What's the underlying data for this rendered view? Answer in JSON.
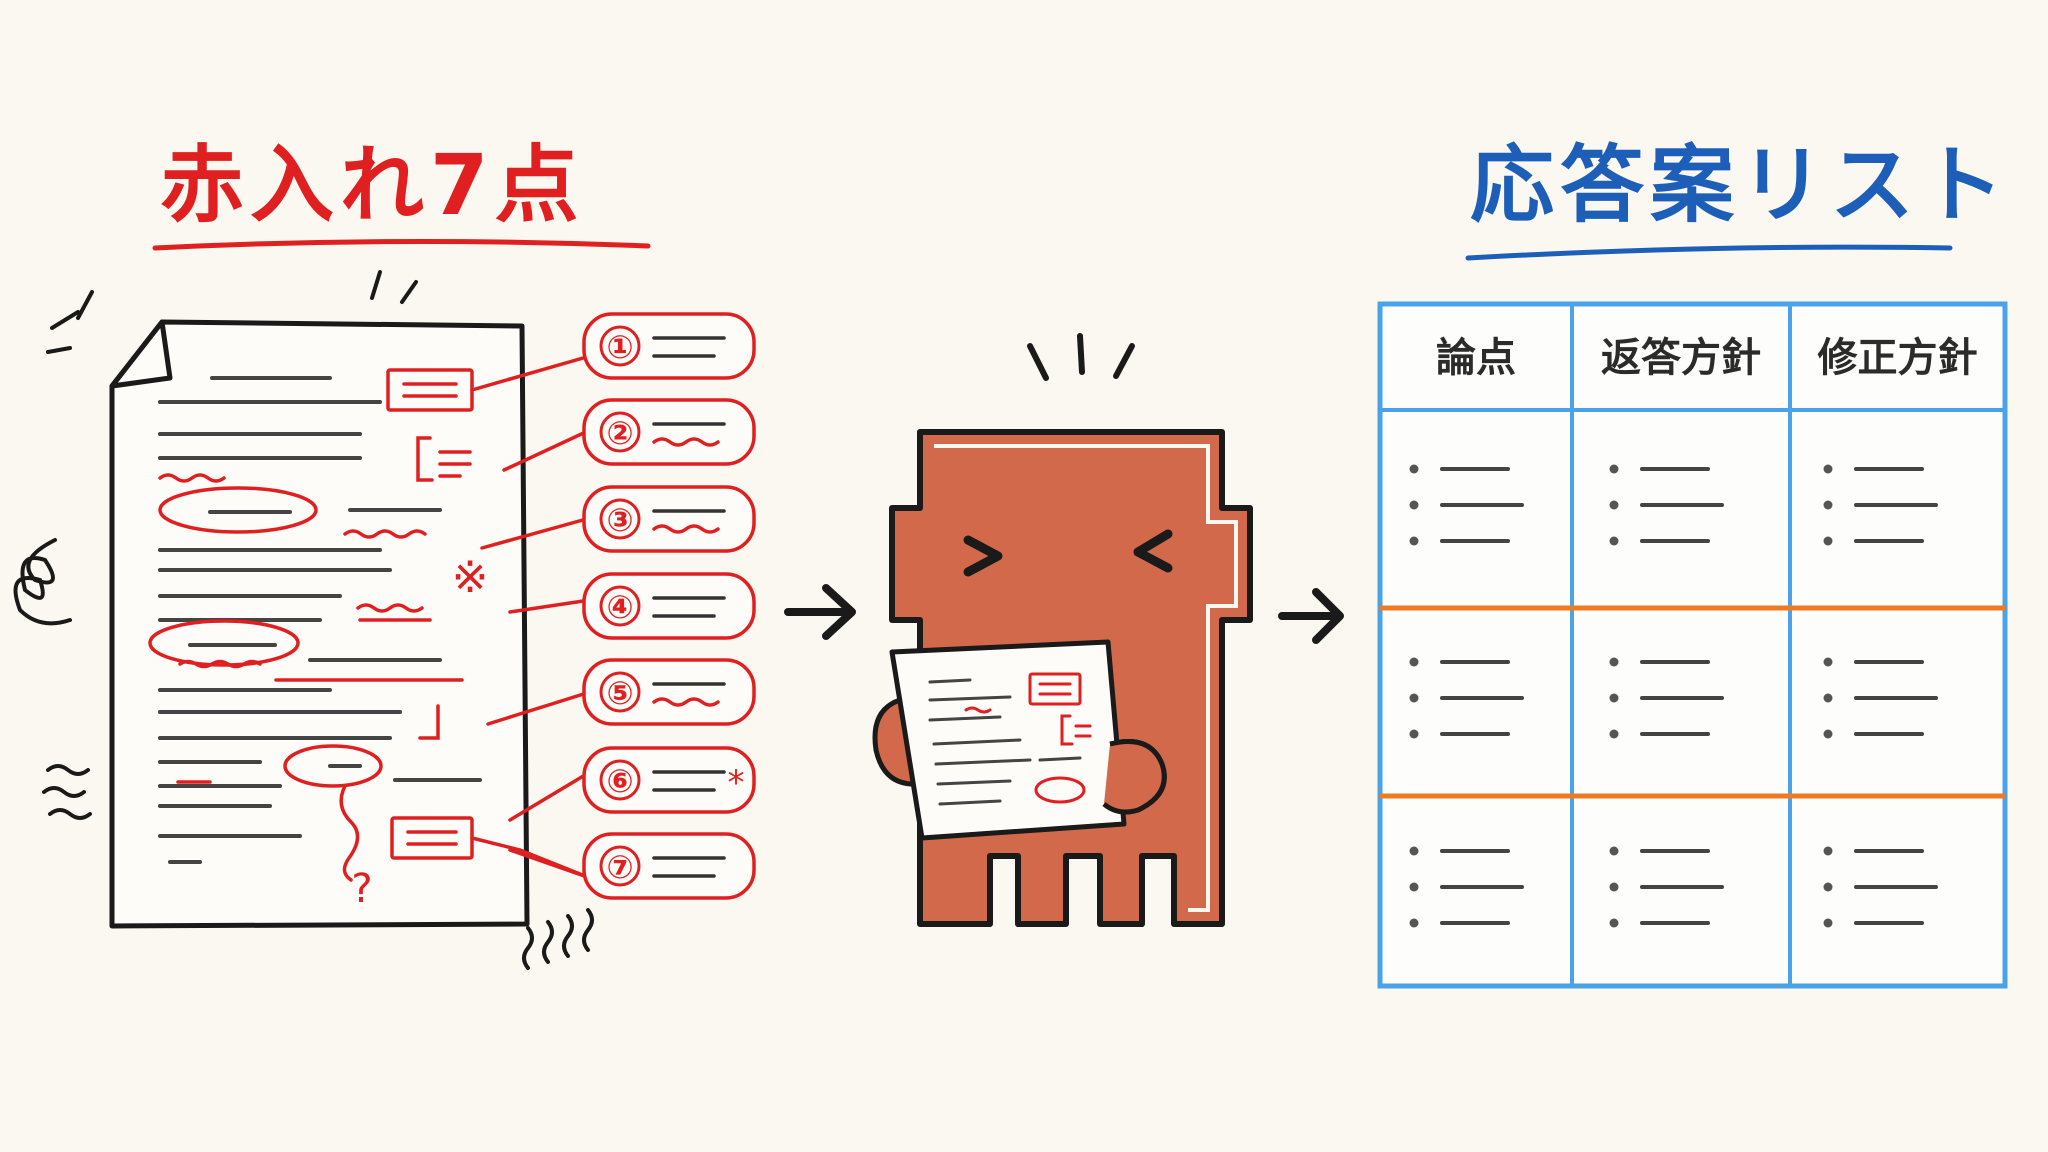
{
  "left_title": "赤入れ7点",
  "right_title": "応答案リスト",
  "annotations": [
    {
      "number": "①"
    },
    {
      "number": "②"
    },
    {
      "number": "③"
    },
    {
      "number": "④"
    },
    {
      "number": "⑤"
    },
    {
      "number": "⑥",
      "mark": "*"
    },
    {
      "number": "⑦"
    }
  ],
  "doc_marks": {
    "question": "?",
    "reference": "※"
  },
  "table": {
    "headers": [
      "論点",
      "返答方針",
      "修正方針"
    ],
    "row_count": 3
  },
  "colors": {
    "red_ink": "#e02020",
    "blue_ink": "#1d5fb8",
    "table_border": "#4aa3e8",
    "row_divider": "#f07a22",
    "character": "#d2694a",
    "ink": "#1a1a1a"
  }
}
